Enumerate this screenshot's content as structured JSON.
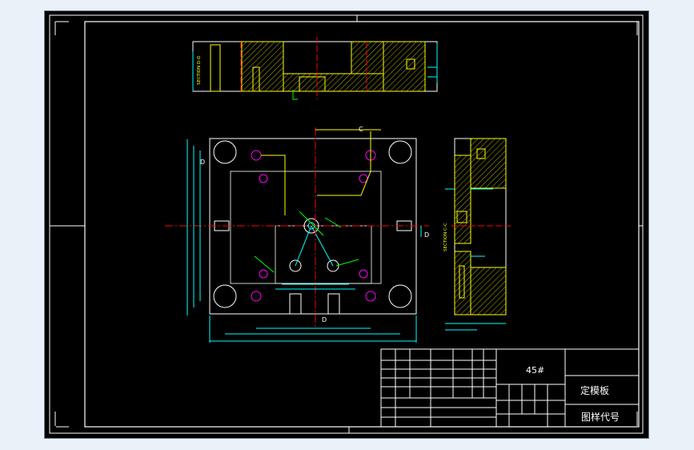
{
  "colors": {
    "background": "#000000",
    "outer_chrome": "#ebf1f8",
    "frame_line": "#ffffff",
    "dimension": "#00ffff",
    "part_outline": "#ffff00",
    "hatch": "#ffff00",
    "centerline": "#ff0000",
    "hidden_line": "#ff00ff",
    "title_block": "#ffffff",
    "leader": "#00ff00"
  },
  "drawing": {
    "top_section_label": "SECTION D-D",
    "right_section_label": "SECTION C-C",
    "marker_c": "C",
    "marker_d_left": "D",
    "marker_d_right": "D",
    "marker_d_bottom": "D"
  },
  "title_block": {
    "material": "45#",
    "part_name": "定模板",
    "drawing_code_label": "图样代号"
  }
}
